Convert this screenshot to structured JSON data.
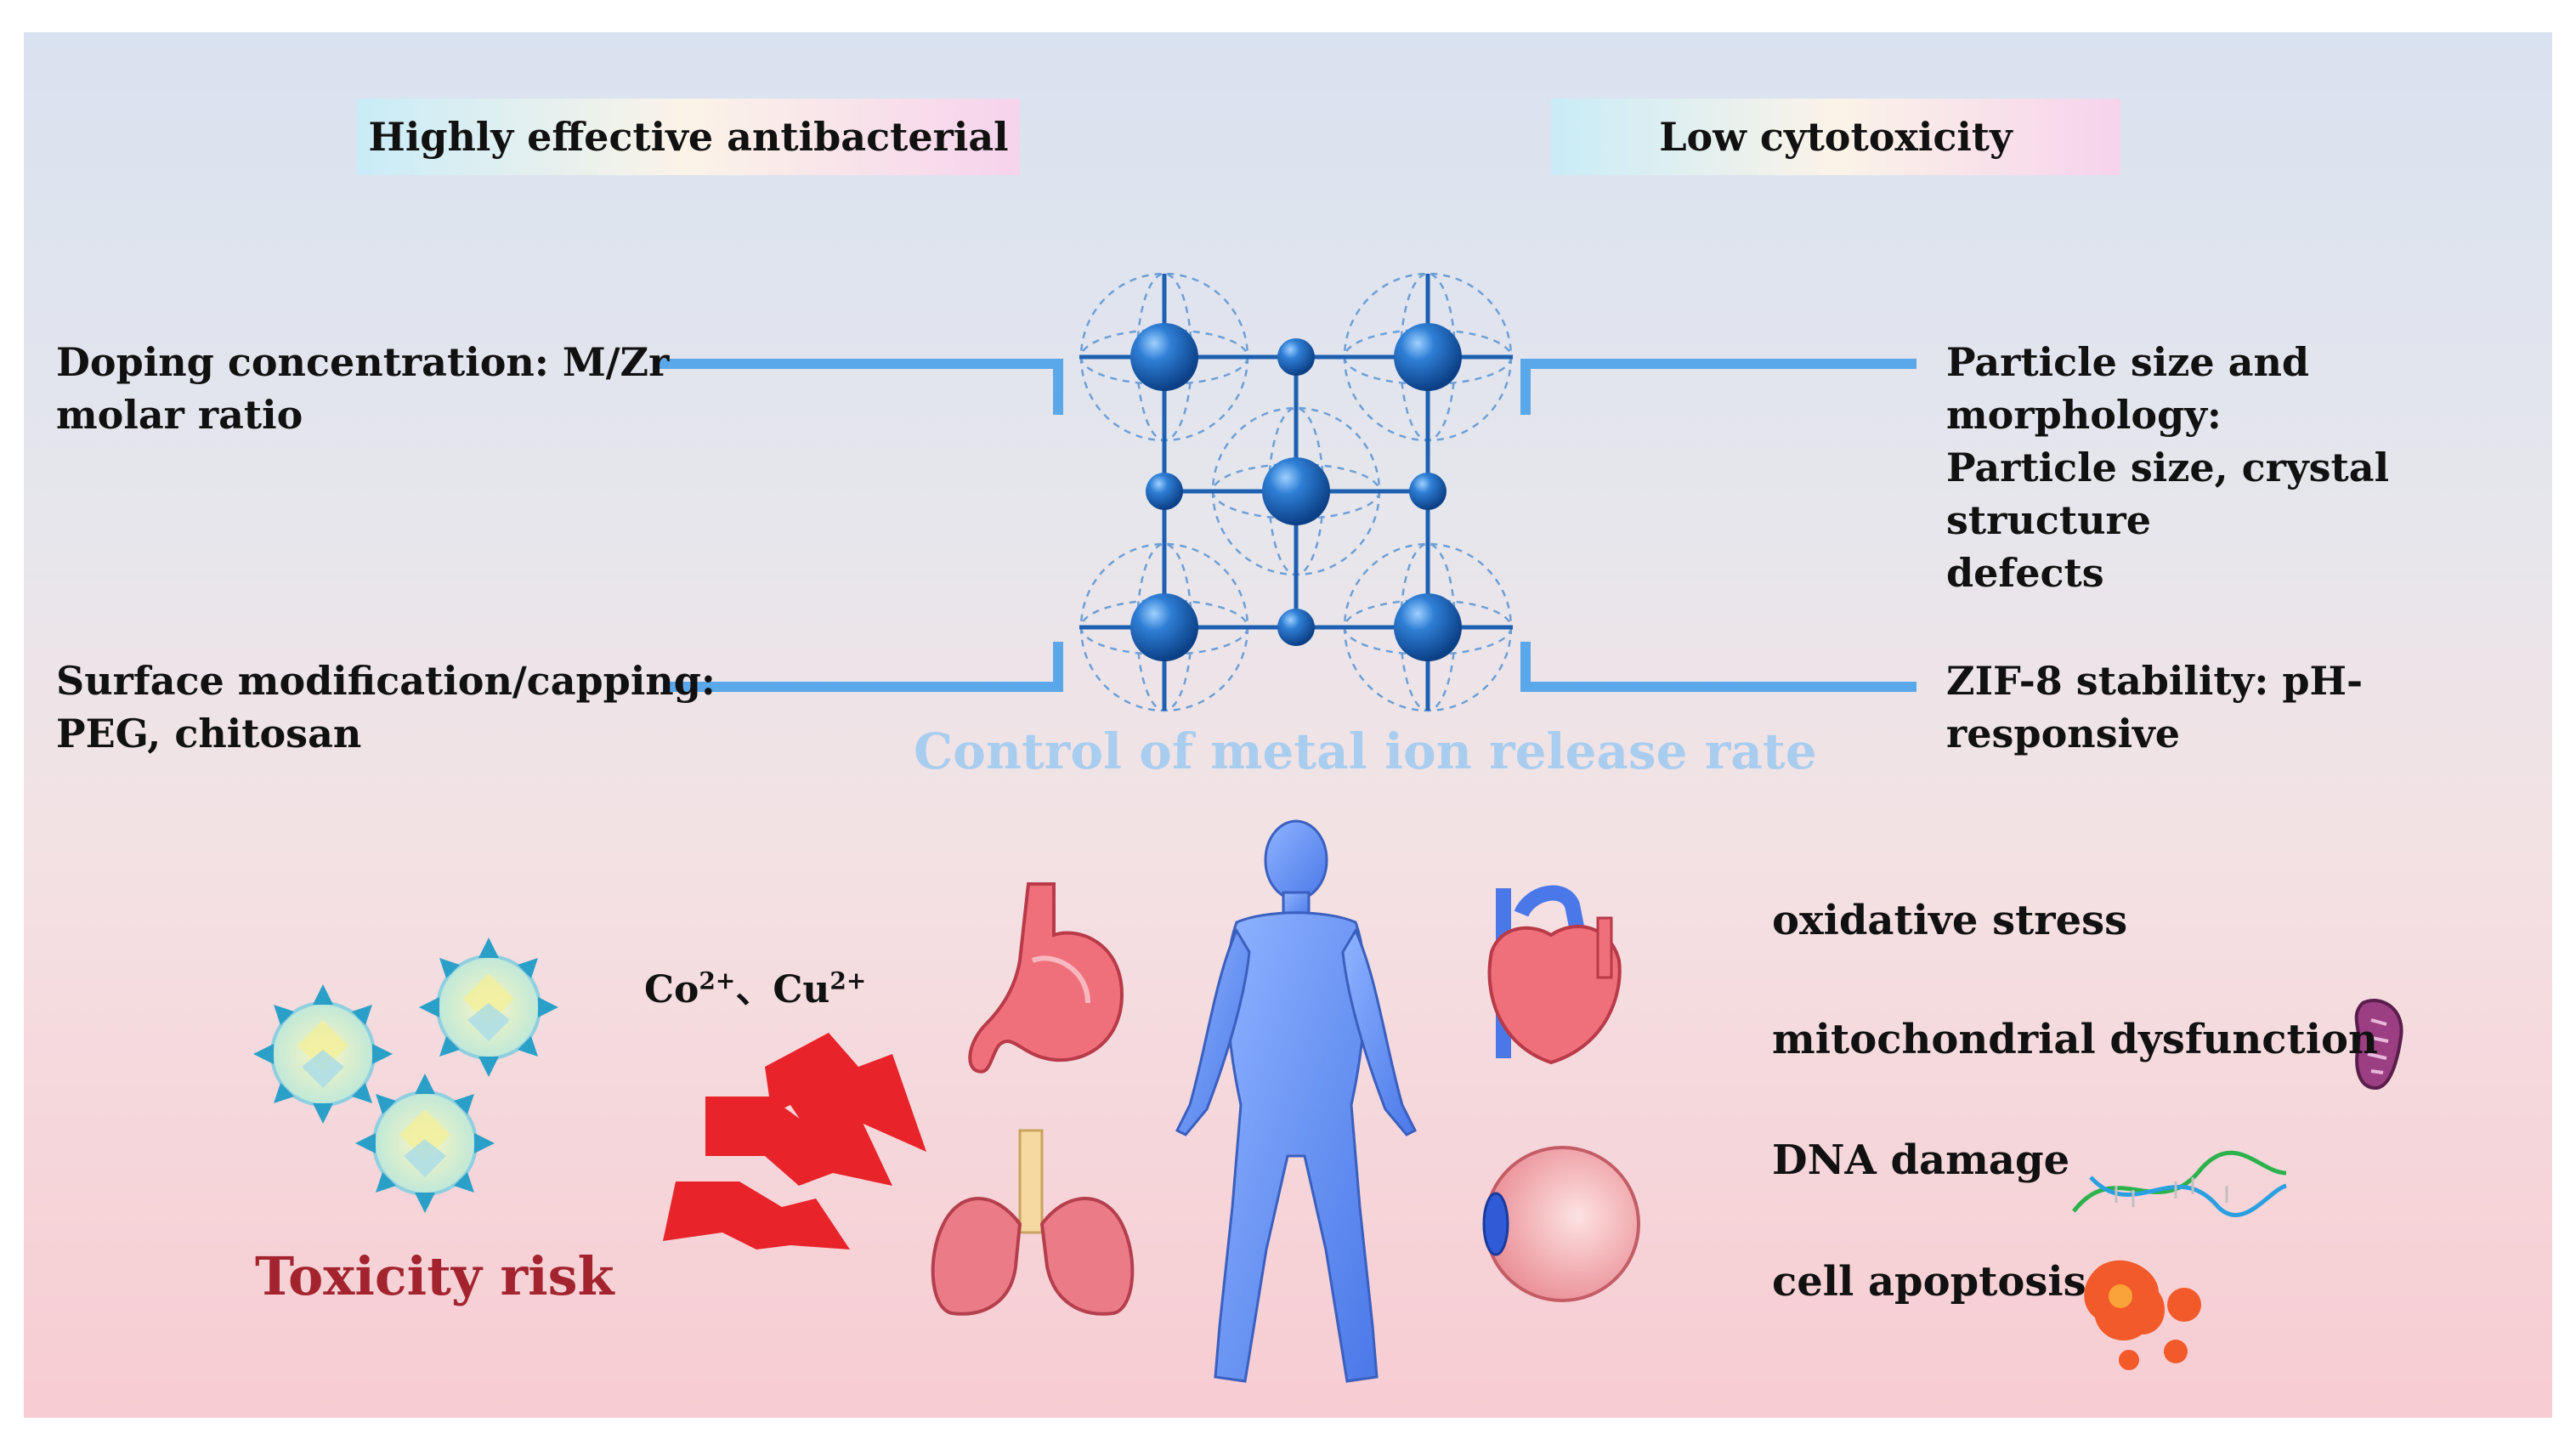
{
  "top_labels": {
    "left": "Highly effective antibacterial",
    "right": "Low cytotoxicity"
  },
  "factors": {
    "left_top_line1": "Doping concentration: M/Zr",
    "left_top_line2": "molar ratio",
    "left_bottom_line1": "Surface modification/capping:",
    "left_bottom_line2": "PEG, chitosan",
    "right_top_line1": "Particle size and morphology:",
    "right_top_line2": "Particle size, crystal structure",
    "right_top_line3": "defects",
    "right_bottom": "ZIF-8 stability: pH-responsive"
  },
  "center_caption": "Control of metal ion release rate",
  "toxicity": {
    "label": "Toxicity risk",
    "ion1": "Co",
    "ion1_charge": "2+",
    "separator": "、",
    "ion2": "Cu",
    "ion2_charge": "2+"
  },
  "effects": [
    "oxidative stress",
    "mitochondrial dysfunction",
    "DNA damage",
    "cell apoptosis"
  ],
  "colors": {
    "accent_blue": "#4a90e2",
    "toxicity_red": "#a3242f",
    "lightning_red": "#e8232a",
    "caption_blue": "#a9cdef"
  },
  "icons": [
    "crystal-lattice-icon",
    "nanoparticle-icon",
    "lightning-icon",
    "stomach-icon",
    "lung-icon",
    "human-body-icon",
    "heart-icon",
    "eye-icon",
    "mitochondria-icon",
    "dna-icon",
    "apoptotic-cell-icon"
  ]
}
